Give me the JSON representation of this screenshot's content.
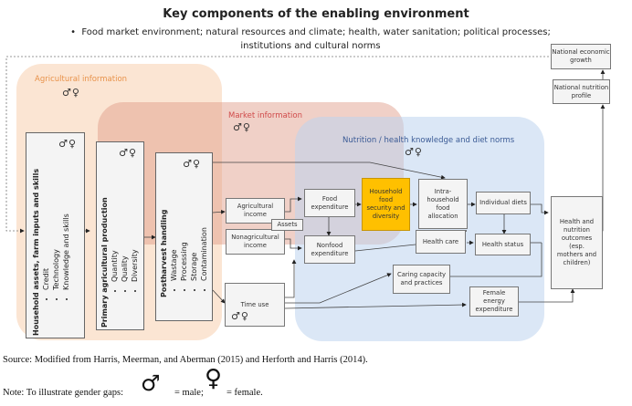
{
  "header": {
    "title": "Key components of the enabling environment",
    "bullet": "•",
    "subtitle_line1": "Food market environment; natural resources and climate; health, water sanitation; political processes;",
    "subtitle_line2": "institutions and cultural norms"
  },
  "regions": {
    "agricultural_information": "Agricultural information",
    "market_information": "Market information",
    "nutrition_health": "Nutrition / health knowledge and diet norms"
  },
  "gender_symbols": "♂♀",
  "columns": {
    "household_assets": {
      "heading": "Household assets, farm inputs and skills",
      "items": [
        "Credit",
        "Technology",
        "Knowledge and skills"
      ]
    },
    "primary_production": {
      "heading": "Primary agricultural production",
      "items": [
        "Quantity",
        "Quality",
        "Diversity"
      ]
    },
    "postharvest": {
      "heading": "Postharvest handling",
      "items": [
        "Wastage",
        "Processing",
        "Storage",
        "Contamination"
      ]
    }
  },
  "boxes": {
    "national_economic_growth": "National economic growth",
    "national_nutrition_profile": "National nutrition profile",
    "agricultural_income": "Agricultural income",
    "nonagricultural_income": "Nonagricultural income",
    "assets": "Assets",
    "food_expenditure": "Food expenditure",
    "nonfood_expenditure": "Nonfood expenditure",
    "household_food_security": "Household food security and diversity",
    "intra_household": "Intra-household food allocation",
    "individual_diets": "Individual diets",
    "health_care": "Health care",
    "health_status": "Health status",
    "caring_capacity": "Caring capacity and practices",
    "female_energy": "Female energy expenditure",
    "time_use": "Time use",
    "health_outcomes": "Health and nutrition outcomes (esp. mothers and children)"
  },
  "footer": {
    "source": "Source:  Modified from Harris, Meerman, and Aberman (2015) and Herforth and Harris (2014).",
    "note_prefix": "Note: To illustrate gender gaps:",
    "male_symbol": "♂",
    "male_label": "= male;",
    "female_symbol": "♀",
    "female_label": "= female."
  },
  "colors": {
    "agri_region": "#fbe5d3",
    "market_region": "#e8b4a6",
    "nutrition_region": "#dce7f5",
    "highlight_box": "#ffc000",
    "agri_label": "#e8924a",
    "market_label": "#d04a4a",
    "nutrition_label": "#3a5a95"
  }
}
